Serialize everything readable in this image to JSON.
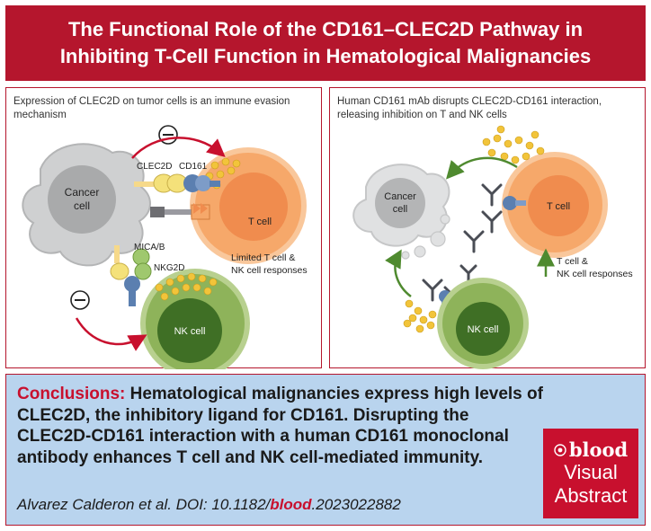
{
  "title": {
    "line1": "The Functional Role of the CD161–CLEC2D Pathway in",
    "line2": "Inhibiting T-Cell Function in Hematological Malignancies"
  },
  "left_panel": {
    "caption": "Expression of CLEC2D on tumor cells is an immune evasion mechanism",
    "cancer_cell": [
      "Cancer",
      "cell"
    ],
    "t_cell": "T cell",
    "nk_cell": "NK cell",
    "clec2d": "CLEC2D",
    "cd161": "CD161",
    "mica_b": "MICA/B",
    "nkg2d": "NKG2D",
    "response": [
      "Limited T cell &",
      "NK cell responses"
    ]
  },
  "right_panel": {
    "caption": "Human CD161 mAb disrupts CLEC2D-CD161 interaction, releasing inhibition on T and NK cells",
    "cancer_cell": [
      "Cancer",
      "cell"
    ],
    "t_cell": "T cell",
    "nk_cell": "NK cell",
    "response": [
      "T cell &",
      "NK cell responses"
    ]
  },
  "conclusion": {
    "label": "Conclusions:",
    "text": "Hematological malignancies express high levels of CLEC2D, the inhibitory ligand for CD161. Disrupting the CLEC2D-CD161 interaction with a human CD161 monoclonal antibody enhances T cell and NK cell-mediated immunity."
  },
  "citation": {
    "prefix": "Alvarez Calderon et al. DOI: 10.1182/",
    "journal": "blood",
    "suffix": ".2023022882"
  },
  "badge": {
    "brand": "blood",
    "line1": "Visual",
    "line2": "Abstract"
  },
  "colors": {
    "accent": "#b5162d",
    "t_cell": "#f6a86a",
    "nk_cell": "#6f9a3e",
    "cancer_cell": "#cfd0d1",
    "granule": "#f2c43a",
    "receptor": "#5b7fb0",
    "conclusion_bg": "#b9d4ee"
  }
}
